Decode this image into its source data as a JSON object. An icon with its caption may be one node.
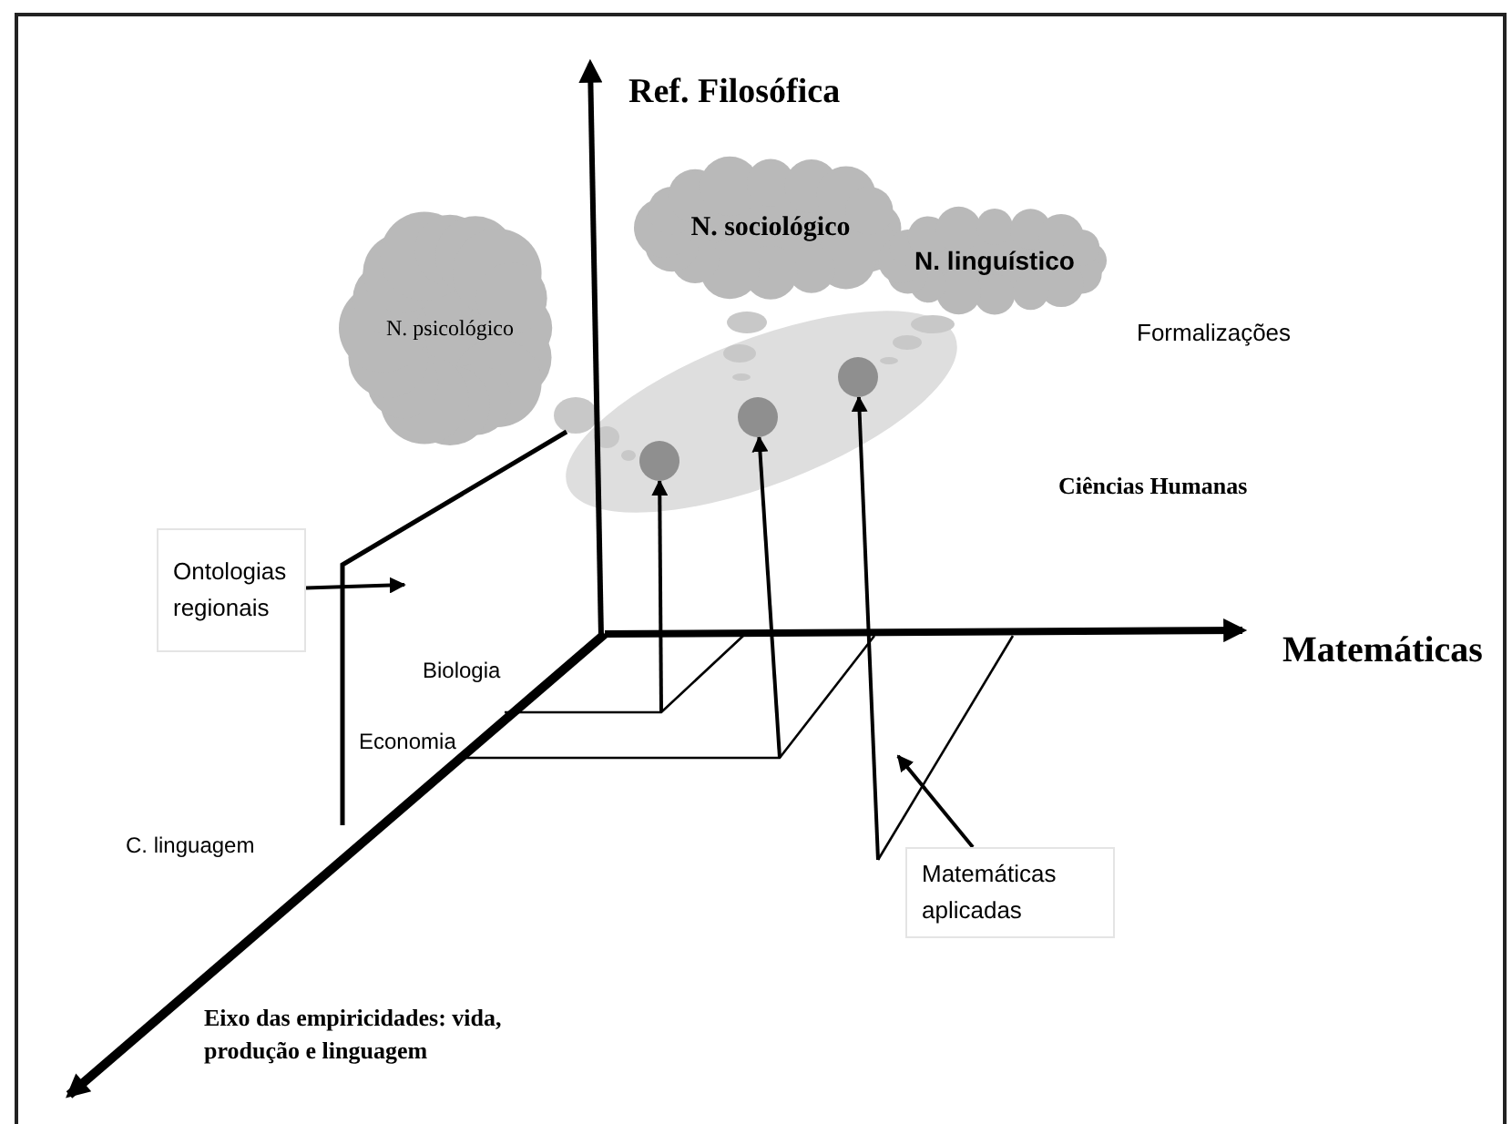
{
  "diagram": {
    "nodes": [
      {
        "text": [
          "N. psicológico"
        ]
      },
      {
        "text": [
          "N. sociológico"
        ]
      },
      {
        "text": [
          "N. linguístico"
        ]
      },
      {
        "text": [],
        "shape": "circle"
      },
      {
        "text": [],
        "shape": "circle"
      },
      {
        "text": [],
        "shape": "circle"
      },
      {
        "text": [
          "Ontologias regionais"
        ]
      },
      {
        "text": [
          "Matemáticas aplicadas"
        ]
      }
    ],
    "edges": [
      {
        "from": null,
        "to": 3,
        "arrow": "to"
      },
      {
        "from": null,
        "to": 4,
        "arrow": "to"
      },
      {
        "from": null,
        "to": 5,
        "arrow": "to"
      },
      {
        "from": 6,
        "to": null,
        "arrow": "to"
      },
      {
        "from": 7,
        "to": null,
        "arrow": "to"
      }
    ],
    "labels": [
      "Ref. Filosófica",
      "Formalizações",
      "Ciências Humanas",
      "Matemáticas",
      "Biologia",
      "Economia",
      "C. linguagem",
      "Eixo das empiricidades: vida, produção e linguagem"
    ]
  }
}
